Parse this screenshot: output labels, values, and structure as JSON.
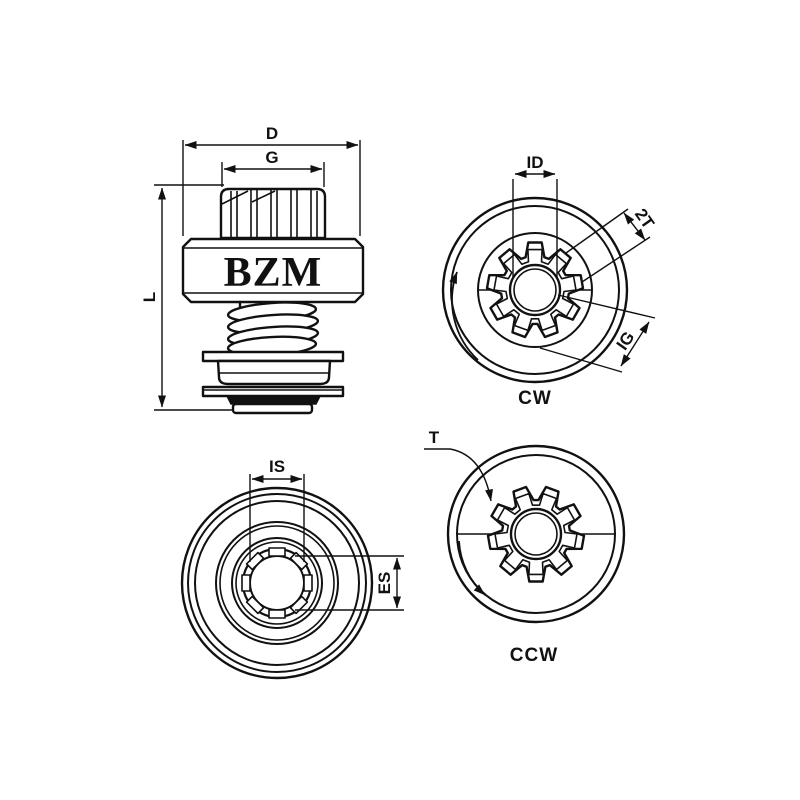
{
  "drawing": {
    "side_view": {
      "dim_outer_diameter": "D",
      "dim_gear_width": "G",
      "dim_total_length": "L",
      "brand": "BZM"
    },
    "cw_view": {
      "dim_inner_diameter": "ID",
      "dim_two_teeth": "2T",
      "dim_gear_inner": "IG",
      "rotation": "CW"
    },
    "rear_view": {
      "dim_inner_spline": "IS",
      "dim_outer_spline": "ES"
    },
    "ccw_view": {
      "teeth_label": "T",
      "rotation": "CCW"
    }
  },
  "colors": {
    "line": "#111111",
    "background": "#ffffff"
  }
}
